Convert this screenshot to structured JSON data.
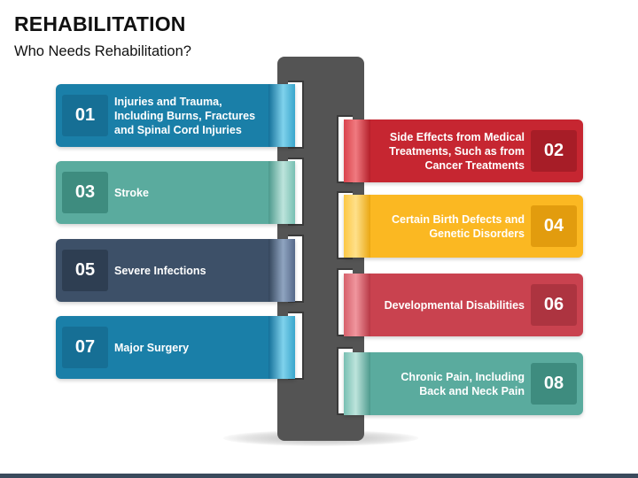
{
  "header": {
    "title": "REHABILITATION",
    "subtitle": "Who Needs Rehabilitation?"
  },
  "colors": {
    "blue": "#1a7fa8",
    "teal": "#5aab9e",
    "navy": "#3d5068",
    "red": "#c62631",
    "yellow": "#fbb822",
    "rose": "#c9424f",
    "pillar": "#545454"
  },
  "items": [
    {
      "number": "01",
      "text": "Injuries and Trauma, Including Burns, Fractures and Spinal Cord Injuries"
    },
    {
      "number": "02",
      "text": "Side Effects from Medical Treatments, Such as from Cancer Treatments"
    },
    {
      "number": "03",
      "text": "Stroke"
    },
    {
      "number": "04",
      "text": "Certain Birth Defects and Genetic Disorders"
    },
    {
      "number": "05",
      "text": "Severe Infections"
    },
    {
      "number": "06",
      "text": "Developmental Disabilities"
    },
    {
      "number": "07",
      "text": "Major Surgery"
    },
    {
      "number": "08",
      "text": "Chronic Pain, Including Back and Neck Pain"
    }
  ]
}
